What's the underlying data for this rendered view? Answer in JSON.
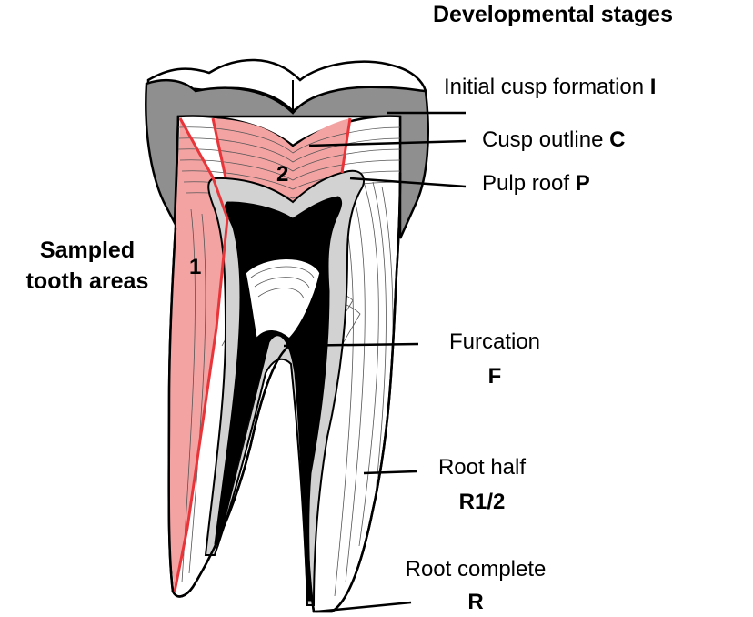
{
  "title": "Developmental stages",
  "sampled_areas": {
    "heading_line1": "Sampled",
    "heading_line2": "tooth areas",
    "area1": "1",
    "area2": "2",
    "highlight_color": "#f4a3a3",
    "outline_color": "#e8353a"
  },
  "stages": [
    {
      "name": "Initial cusp formation",
      "code": "I"
    },
    {
      "name": "Cusp outline",
      "code": "C"
    },
    {
      "name": "Pulp roof",
      "code": "P"
    },
    {
      "name": "Furcation",
      "code": "F"
    },
    {
      "name": "Root half",
      "code": "R1/2"
    },
    {
      "name": "Root complete",
      "code": "R"
    }
  ],
  "colors": {
    "enamel": "#8f8f8f",
    "predentin": "#d2d2d2",
    "pulp": "#000000",
    "line": "#000000"
  }
}
